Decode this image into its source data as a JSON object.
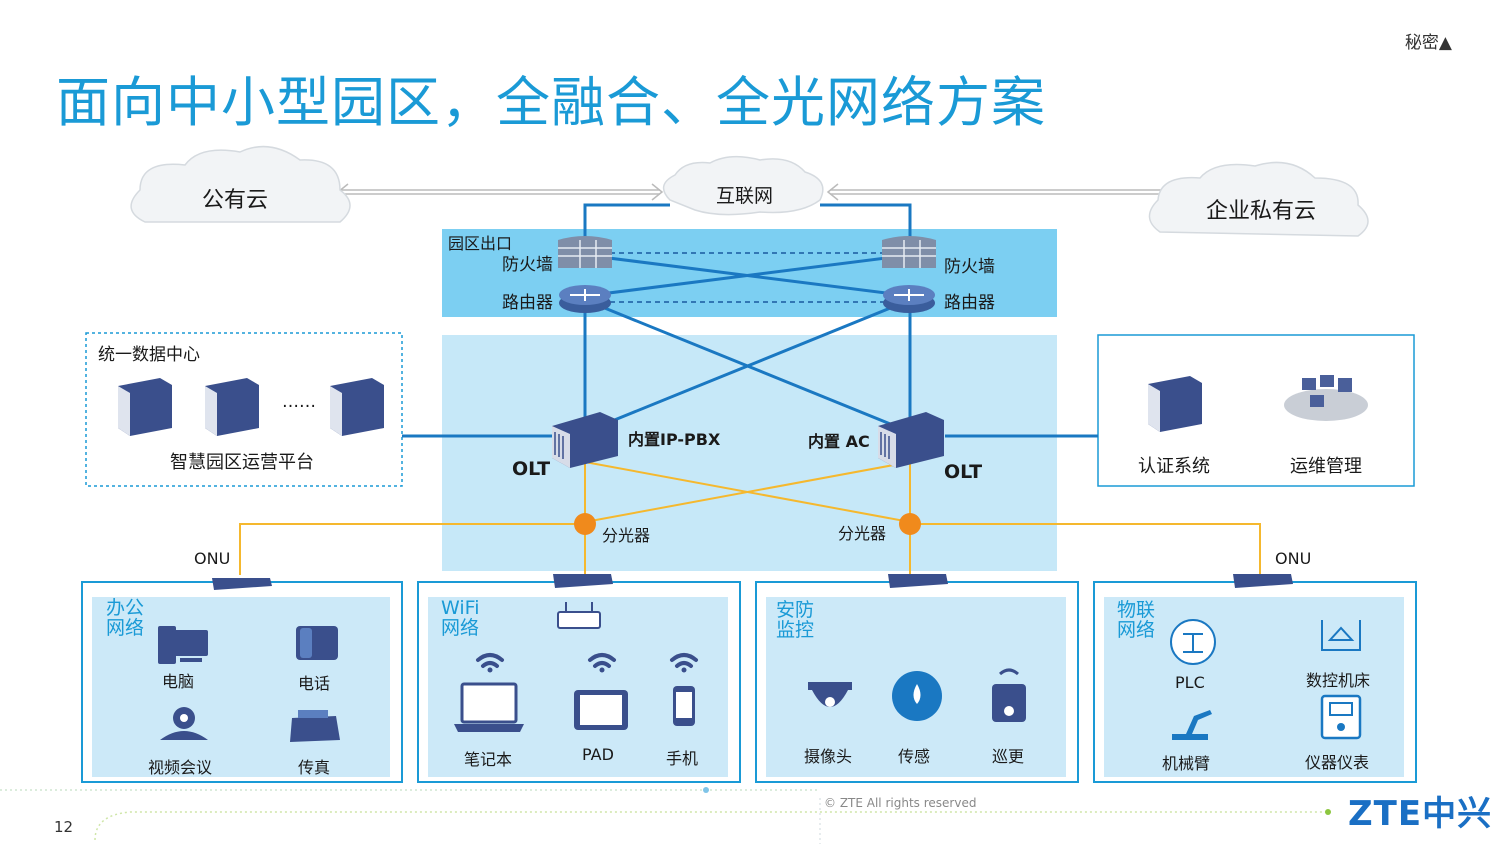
{
  "header": {
    "title": "面向中小型园区，全融合、全光网络方案",
    "secret": "秘密▲"
  },
  "clouds": {
    "public": "公有云",
    "internet": "互联网",
    "private": "企业私有云"
  },
  "egress": {
    "label": "园区出口",
    "firewall_left": "防火墙",
    "firewall_right": "防火墙",
    "router_left": "路由器",
    "router_right": "路由器"
  },
  "datacenter": {
    "title": "统一数据中心",
    "dots": "……",
    "platform": "智慧园区运营平台"
  },
  "core": {
    "olt_left": "OLT",
    "olt_right": "OLT",
    "pbx": "内置IP-PBX",
    "ac": "内置 AC",
    "splitter_left": "分光器",
    "splitter_right": "分光器"
  },
  "right_panel": {
    "auth": "认证系统",
    "ops": "运维管理"
  },
  "onu": {
    "left": "ONU",
    "right": "ONU"
  },
  "zones": {
    "office": {
      "title": "办公\n网络",
      "items": [
        "电脑",
        "电话",
        "视频会议",
        "传真"
      ]
    },
    "wifi": {
      "title": "WiFi\n网络",
      "items": [
        "笔记本",
        "PAD",
        "手机"
      ]
    },
    "security": {
      "title": "安防\n监控",
      "items": [
        "摄像头",
        "传感",
        "巡更"
      ]
    },
    "iot": {
      "title": "物联\n网络",
      "items": [
        "PLC",
        "数控机床",
        "机械臂",
        "仪器仪表"
      ]
    }
  },
  "footer": {
    "copyright": "© ZTE All rights reserved",
    "page": "12",
    "logo": "ZTE中兴"
  },
  "colors": {
    "accent": "#1a9ad6",
    "fiber": "#f5b82e",
    "link": "#1a78c2"
  },
  "icons": [
    "cloud-icon",
    "firewall-icon",
    "router-icon",
    "server-icon",
    "olt-icon",
    "splitter-icon",
    "onu-icon",
    "computer-icon",
    "phone-icon",
    "video-conference-icon",
    "fax-icon",
    "wifi-icon",
    "laptop-icon",
    "tablet-icon",
    "mobile-icon",
    "camera-icon",
    "sensor-icon",
    "patrol-icon",
    "plc-icon",
    "cnc-icon",
    "robot-arm-icon",
    "instrument-icon",
    "network-management-icon"
  ]
}
